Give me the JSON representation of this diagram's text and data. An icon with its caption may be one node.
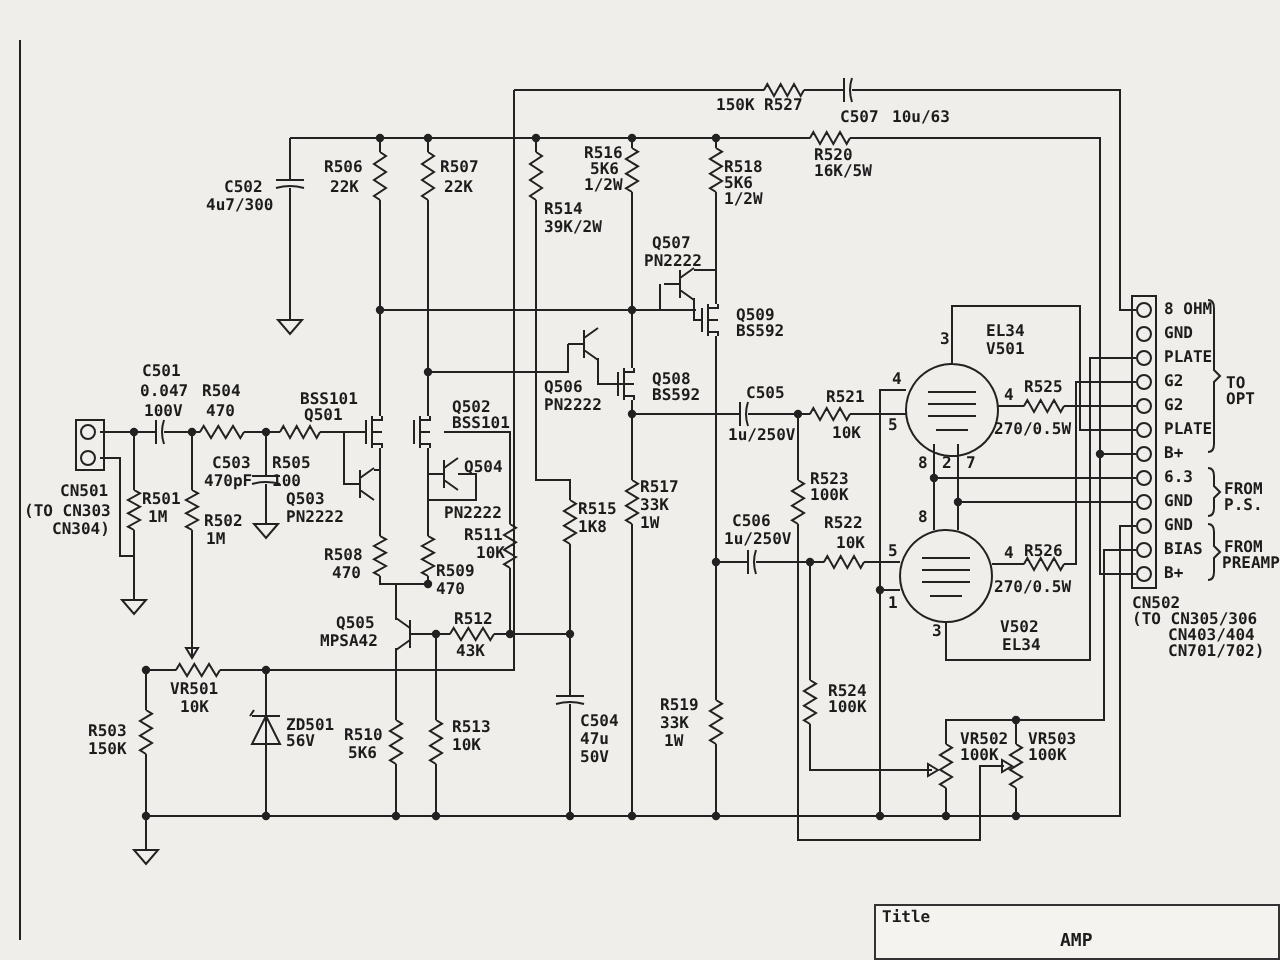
{
  "diagram": {
    "nodes": [
      {
        "text": [
          "Title",
          "AMP"
        ]
      }
    ],
    "labels": [
      "150K",
      "R527",
      "C507",
      "10u/63",
      "R506",
      "22K",
      "R507",
      "22K",
      "R516",
      "5K6",
      "1/2W",
      "R518",
      "5K6",
      "1/2W",
      "R520",
      "16K/5W",
      "C502",
      "4u7/300",
      "R514",
      "39K/2W",
      "Q507",
      "PN2222",
      "Q509",
      "BS592",
      "EL34",
      "V501",
      "3",
      "Q506",
      "PN2222",
      "Q508",
      "BS592",
      "C501",
      "0.047",
      "100V",
      "R504",
      "470",
      "BSS101",
      "Q501",
      "Q502",
      "BSS101",
      "C505",
      "R521",
      "R525",
      "4",
      "4",
      "5",
      "1u/250V",
      "10K",
      "270/0.5W",
      "C503",
      "470pF",
      "R505",
      "100",
      "Q504",
      "8",
      "2",
      "7",
      "R523",
      "100K",
      "R517",
      "33K",
      "1W",
      "CN501",
      "(TO CN303",
      "CN304)",
      "R501",
      "Q503",
      "1M",
      "R502",
      "PN2222",
      "1M",
      "PN2222",
      "R515",
      "1K8",
      "C506",
      "R522",
      "8",
      "1u/250V",
      "10K",
      "R511",
      "R508",
      "10K",
      "470",
      "R509",
      "470",
      "5",
      "4",
      "R526",
      "270/0.5W",
      "1",
      "Q505",
      "MPSA42",
      "R512",
      "43K",
      "V502",
      "EL34",
      "3",
      "VR501",
      "10K",
      "R519",
      "33K",
      "1W",
      "R524",
      "100K",
      "C504",
      "47u",
      "50V",
      "R513",
      "10K",
      "ZD501",
      "56V",
      "R510",
      "5K6",
      "R503",
      "150K",
      "VR502",
      "100K",
      "VR503",
      "100K",
      "8 OHM",
      "GND",
      "PLATE",
      "G2",
      "G2",
      "PLATE",
      "B+",
      "6.3",
      "GND",
      "GND",
      "BIAS",
      "B+",
      "TO",
      "OPT",
      "FROM",
      "P.S.",
      "FROM",
      "PREAMP",
      "CN502",
      "(TO CN305/306",
      "CN403/404",
      "CN701/702)"
    ]
  }
}
